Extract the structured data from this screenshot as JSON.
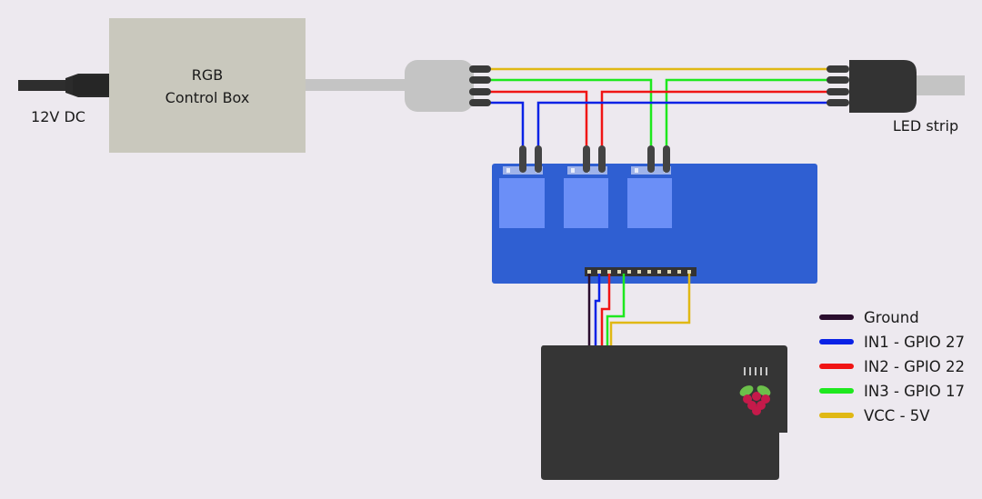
{
  "control_box": {
    "line1": "RGB",
    "line2": "Control Box"
  },
  "power": {
    "label": "12V DC"
  },
  "led_strip": {
    "label": "LED strip"
  },
  "legend": [
    {
      "key": "ground",
      "label": "Ground",
      "color": "#2a0d2e"
    },
    {
      "key": "in1",
      "label": "IN1 - GPIO 27",
      "color": "#0a22e6"
    },
    {
      "key": "in2",
      "label": "IN2 - GPIO 22",
      "color": "#f01414"
    },
    {
      "key": "in3",
      "label": "IN3 - GPIO 17",
      "color": "#1ee81e"
    },
    {
      "key": "vcc",
      "label": "VCC - 5V",
      "color": "#e0b814"
    }
  ],
  "colors": {
    "background": "#ede9ef",
    "control_box": "#c9c8bd",
    "cable_gray": "#c4c4c4",
    "relay_board": "#2f5fd2",
    "relay": "#6b8ff7",
    "pi_body": "#353535",
    "connector_dark": "#323232"
  }
}
